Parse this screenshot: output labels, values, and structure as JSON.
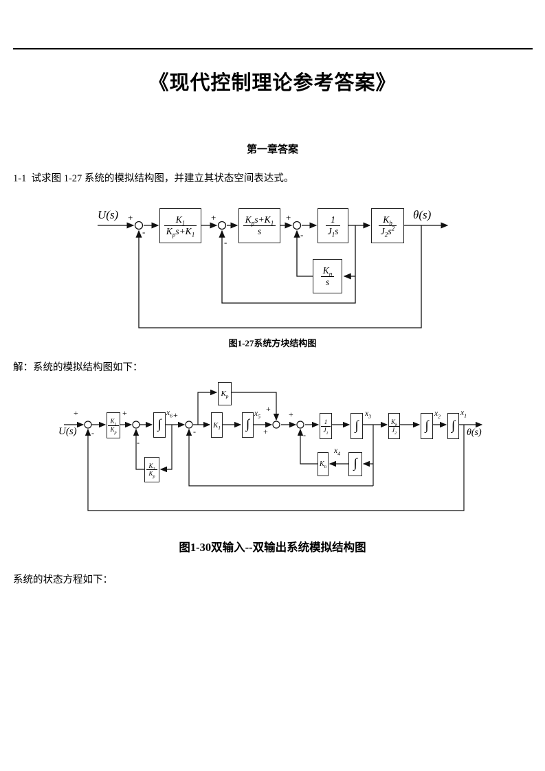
{
  "page": {
    "title": "《现代控制理论参考答案》",
    "chapter_heading": "第一章答案",
    "problem_text": "1-1  试求图 1-27 系统的模拟结构图，并建立其状态空间表达式。",
    "solution_text": "解：系统的模拟结构图如下：",
    "closing_text": "系统的状态方程如下："
  },
  "figure1": {
    "caption": "图1-27系统方块结构图",
    "input_label": "U(s)",
    "output_label": "θ(s)",
    "plus": "+",
    "minus": "-",
    "blocks": {
      "b1": {
        "num": "K_{1}",
        "den": "K_{p}s+K_{1}"
      },
      "b2": {
        "num": "K_{p}s+K_{1}",
        "den": "s"
      },
      "b3": {
        "num": "1",
        "den": "J_{1}s"
      },
      "b4": {
        "num": "K_{b}",
        "den": "J_{2}s^{2}"
      },
      "b5": {
        "num": "K_{n}",
        "den": "s"
      }
    }
  },
  "figure2": {
    "caption": "图1-30双输入--双输出系统模拟结构图",
    "input_label": "U(s)",
    "output_label": "θ(s)",
    "plus": "+",
    "minus": "-",
    "integral": "∫",
    "blocks": {
      "ratio1": {
        "num": "K_{1}",
        "den": "K_{p}"
      },
      "ratio2": {
        "num": "K_{1}",
        "den": "K_{p}"
      },
      "kp": "K_{p}",
      "k1": "K_{1}",
      "invJ1": {
        "num": "1",
        "den": "J_{1}"
      },
      "kbJ2": {
        "num": "K_{b}",
        "den": "J_{2}"
      },
      "kn": "K_{n}"
    },
    "state_labels": {
      "x1": "x_{1}",
      "x2": "x_{2}",
      "x3": "x_{3}",
      "x4": "x_{4}",
      "x5": "x_{5}",
      "x6": "x_{6}"
    }
  }
}
